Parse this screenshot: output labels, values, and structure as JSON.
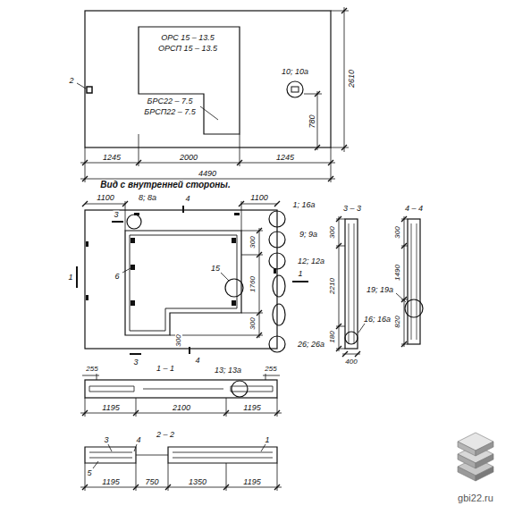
{
  "diagram": {
    "labels": [
      "ОРС 15 – 13.5",
      "ОРСП 15 – 13.5",
      "БРС22 – 7.5",
      "БРСП22 – 7.5",
      "2",
      "10; 10а",
      "2610",
      "780",
      "1245",
      "2000",
      "1245",
      "4490",
      "Вид с внутренней стороны.",
      "1100",
      "8; 8а",
      "4",
      "1100",
      "1; 16а",
      "3",
      "300",
      "9; 9а",
      "1",
      "6",
      "15",
      "12; 12а",
      "1760",
      "300",
      "300",
      "1",
      "26; 26а",
      "3",
      "4",
      "3 – 3",
      "4 – 4",
      "300",
      "2210",
      "180",
      "400",
      "16; 16а",
      "300",
      "1490",
      "820",
      "19; 19а",
      "1 – 1",
      "255",
      "13; 13а",
      "255",
      "1195",
      "2100",
      "1195",
      "2 – 2",
      "3",
      "4",
      "1",
      "5",
      "1195",
      "750",
      "1350",
      "1195",
      "gbi22.ru"
    ]
  }
}
